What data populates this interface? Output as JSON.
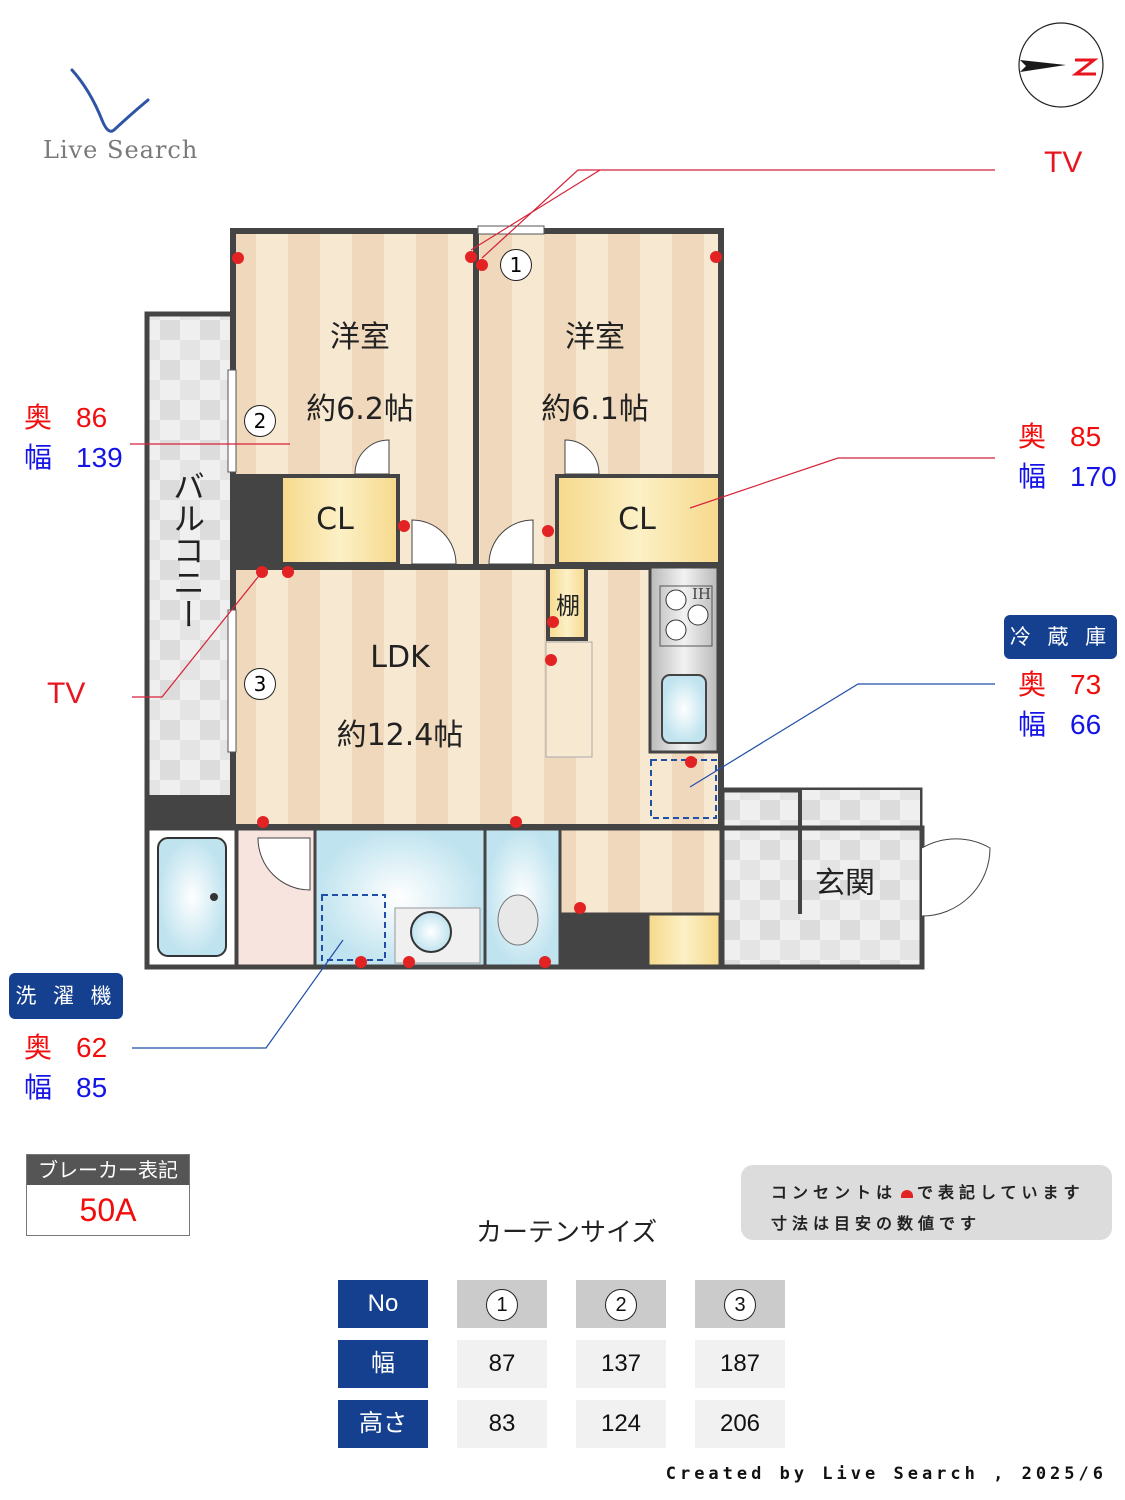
{
  "logo": {
    "text": "Live Search",
    "icon": "v-swoosh-logo"
  },
  "compass": {
    "label": "N",
    "glyph": "Z",
    "icon": "compass-north-arrow"
  },
  "tv_labels": [
    {
      "text": "TV",
      "position": "top-right"
    },
    {
      "text": "TV",
      "position": "left"
    }
  ],
  "dimensions": {
    "curtain_left": {
      "depth_key": "奥",
      "depth": "86",
      "width_key": "幅",
      "width": "139"
    },
    "closet_right": {
      "depth_key": "奥",
      "depth": "85",
      "width_key": "幅",
      "width": "170"
    },
    "refrigerator": {
      "label": "冷 蔵 庫",
      "depth_key": "奥",
      "depth": "73",
      "width_key": "幅",
      "width": "66"
    },
    "washing_machine": {
      "label": "洗 濯 機",
      "depth_key": "奥",
      "depth": "62",
      "width_key": "幅",
      "width": "85"
    }
  },
  "rooms": {
    "western_room_1": {
      "name": "洋室",
      "size": "約6.2帖"
    },
    "western_room_2": {
      "name": "洋室",
      "size": "約6.1帖"
    },
    "closet_1": {
      "name": "CL"
    },
    "closet_2": {
      "name": "CL"
    },
    "ldk": {
      "name": "LDK",
      "size": "約12.4帖"
    },
    "shelf": {
      "name": "棚"
    },
    "balcony": {
      "name": "バルコニー"
    },
    "entrance": {
      "name": "玄関"
    },
    "stove": {
      "name": "IH"
    }
  },
  "window_markers": [
    "1",
    "2",
    "3"
  ],
  "breaker": {
    "title": "ブレーカー表記",
    "value": "50A"
  },
  "notes": {
    "line1_before": "コンセントは",
    "line1_after": "で表記しています",
    "line2": "寸法は目安の数値です"
  },
  "curtain_table": {
    "title": "カーテンサイズ",
    "headers": [
      "No",
      "幅",
      "高さ"
    ],
    "columns": [
      {
        "no": "1",
        "width": "87",
        "height": "83"
      },
      {
        "no": "2",
        "width": "137",
        "height": "124"
      },
      {
        "no": "3",
        "width": "187",
        "height": "206"
      }
    ]
  },
  "footer": {
    "credit": "Created by Live Search , 2025/6"
  },
  "colors": {
    "accent_blue": "#15408f",
    "outlet_red": "#e32323",
    "dim_red": "#f20d0d",
    "dim_blue": "#1414e6",
    "wall": "#444444",
    "floor_wood": "#f5e4cc"
  }
}
